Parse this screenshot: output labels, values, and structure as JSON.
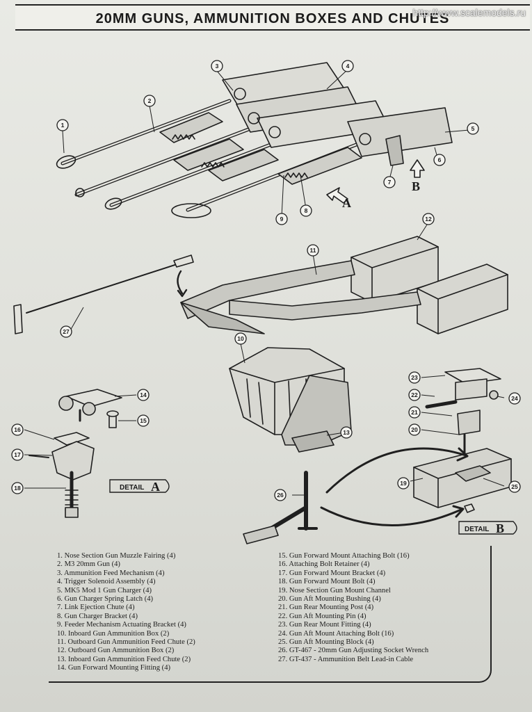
{
  "header": {
    "title": "20MM GUNS, AMMUNITION BOXES AND CHUTES",
    "watermark": "http://www.scalemodels.ru"
  },
  "callouts": [
    "1",
    "2",
    "3",
    "4",
    "5",
    "6",
    "7",
    "8",
    "9",
    "10",
    "11",
    "12",
    "13",
    "14",
    "15",
    "16",
    "17",
    "18",
    "19",
    "20",
    "21",
    "22",
    "23",
    "24",
    "25",
    "26",
    "27"
  ],
  "arrows": {
    "a": "A",
    "b": "B"
  },
  "details": {
    "a_prefix": "DETAIL",
    "a_letter": "A",
    "b_prefix": "DETAIL",
    "b_letter": "B"
  },
  "legend": {
    "left": [
      "1.  Nose Section Gun Muzzle Fairing (4)",
      "2.  M3 20mm Gun (4)",
      "3.  Ammunition Feed Mechanism (4)",
      "4.  Trigger Solenoid Assembly (4)",
      "5.  MK5 Mod 1 Gun Charger (4)",
      "6.  Gun Charger Spring Latch (4)",
      "7.  Link Ejection Chute (4)",
      "8.  Gun Charger Bracket (4)",
      "9.  Feeder Mechanism Actuating Bracket (4)",
      "10. Inboard Gun Ammunition Box (2)",
      "11. Outboard Gun Ammunition Feed Chute (2)",
      "12. Outboard Gun Ammunition Box (2)",
      "13. Inboard Gun Ammunition Feed Chute (2)",
      "14. Gun Forward Mounting Fitting (4)"
    ],
    "right": [
      "15. Gun Forward Mount Attaching Bolt (16)",
      "16. Attaching Bolt Retainer (4)",
      "17. Gun Forward Mount Bracket (4)",
      "18. Gun Forward Mount Bolt (4)",
      "19. Nose Section Gun Mount Channel",
      "20. Gun Aft Mounting Bushing (4)",
      "21. Gun Rear Mounting Post (4)",
      "22. Gun Aft Mounting Pin (4)",
      "23. Gun Rear Mount Fitting (4)",
      "24. Gun Aft Mount Attaching Bolt (16)",
      "25. Gun Aft Mounting Block (4)",
      "26. GT-467 - 20mm Gun Adjusting Socket Wrench",
      "27. GT-437 - Ammunition Belt Lead-in Cable"
    ]
  }
}
